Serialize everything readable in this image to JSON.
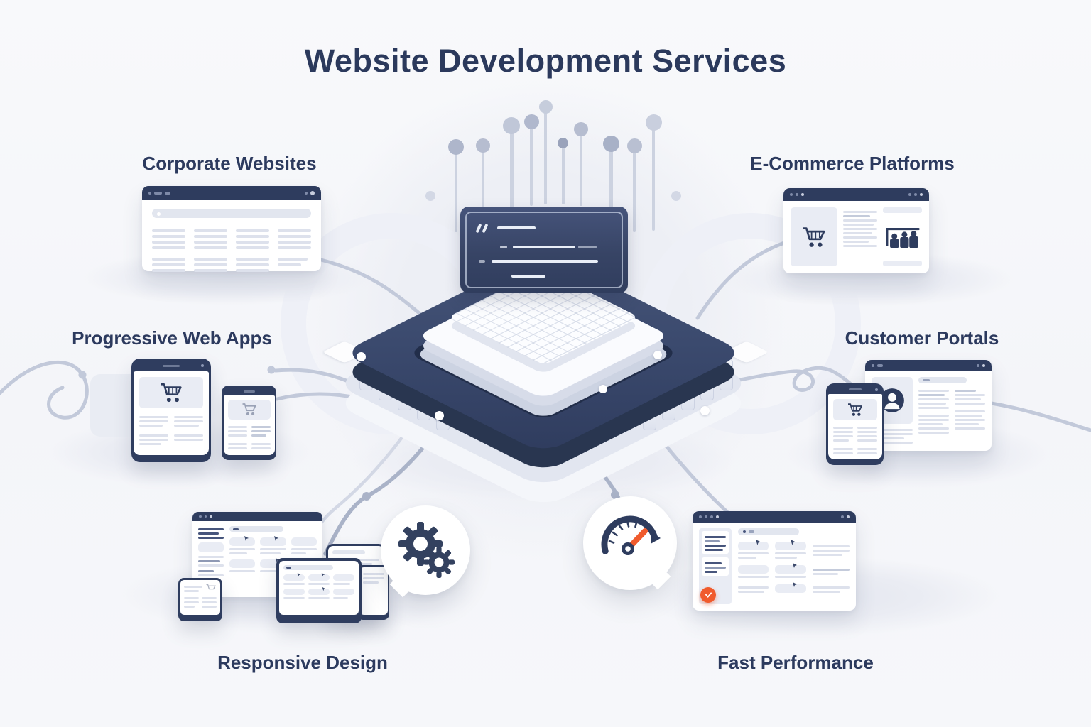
{
  "title": "Website Development Services",
  "colors": {
    "navy": "#2e3c5e",
    "navy_dark": "#273350",
    "accent_orange": "#f05b2d",
    "wire_grey": "#c2c9da",
    "skeleton_grey": "#dde1ec",
    "background": "#f6f7fa"
  },
  "center_illustration": {
    "name": "processor-chip",
    "elements": [
      "code-panel",
      "circuit-pins",
      "connector-wires"
    ]
  },
  "services": [
    {
      "id": "corporate-websites",
      "label": "Corporate Websites",
      "icon": "browser-wireframe-icon",
      "position": "top-left"
    },
    {
      "id": "ecommerce-platforms",
      "label": "E-Commerce Platforms",
      "icon": "shopping-cart-icon",
      "position": "top-right"
    },
    {
      "id": "progressive-web-apps",
      "label": "Progressive Web Apps",
      "icon": "mobile-devices-icon",
      "position": "middle-left"
    },
    {
      "id": "customer-portals",
      "label": "Customer Portals",
      "icon": "user-avatar-icon",
      "position": "middle-right"
    },
    {
      "id": "responsive-design",
      "label": "Responsive Design",
      "icon": "gears-icon",
      "position": "bottom-left"
    },
    {
      "id": "fast-performance",
      "label": "Fast Performance",
      "icon": "speedometer-icon",
      "position": "bottom-right"
    }
  ]
}
